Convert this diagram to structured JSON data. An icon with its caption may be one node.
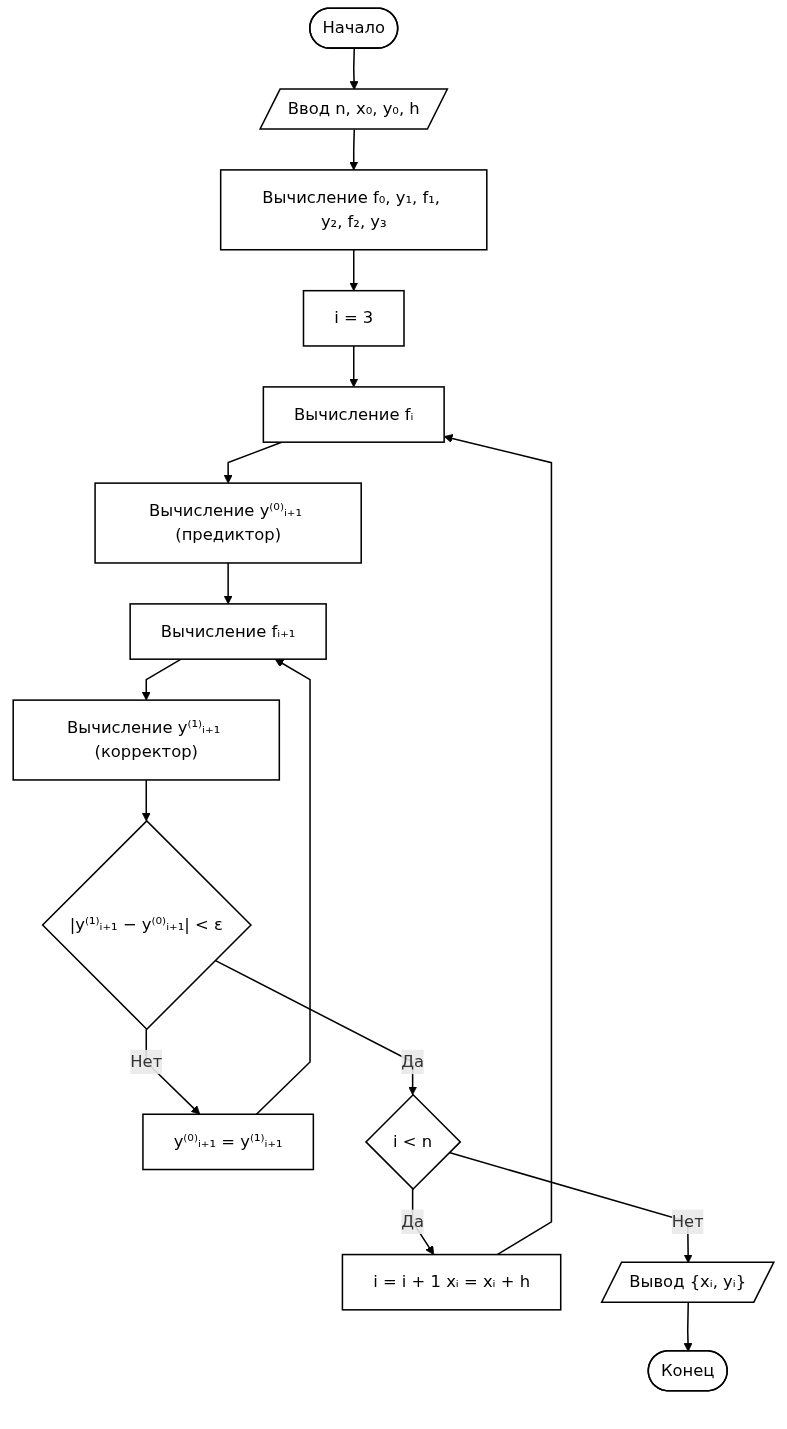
{
  "diagram": {
    "nodes": [
      {
        "text": [
          "Начало"
        ]
      },
      {
        "text": [
          "Ввод n, x₀, y₀, h"
        ]
      },
      {
        "text": [
          "Вычисление f₀, y₁, f₁, y₂, f₂, y₃"
        ]
      },
      {
        "text": [
          "i = 3"
        ]
      },
      {
        "text": [
          "Вычисление fᵢ"
        ]
      },
      {
        "text": [
          "Вычисление y⁽⁰⁾ᵢ₊₁ (предиктор)"
        ]
      },
      {
        "text": [
          "Вычисление fᵢ₊₁"
        ]
      },
      {
        "text": [
          "Вычисление y⁽¹⁾ᵢ₊₁ (корректор)"
        ]
      },
      {
        "text": [
          "|y⁽¹⁾ᵢ₊₁ − y⁽⁰⁾ᵢ₊₁| < ε"
        ]
      },
      {
        "text": [
          "y⁽⁰⁾ᵢ₊₁ = y⁽¹⁾ᵢ₊₁"
        ]
      },
      {
        "text": [
          "i < n"
        ]
      },
      {
        "text": [
          "i = i + 1 xᵢ = xᵢ + h"
        ]
      },
      {
        "text": [
          "Вывод {xᵢ, yᵢ}"
        ]
      },
      {
        "text": [
          "Конец"
        ]
      }
    ],
    "edges": [
      {
        "from": 0,
        "to": 1,
        "arrow": "to"
      },
      {
        "from": 1,
        "to": 2,
        "arrow": "to"
      },
      {
        "from": 2,
        "to": 3,
        "arrow": "to"
      },
      {
        "from": 3,
        "to": 4,
        "arrow": "to"
      },
      {
        "from": 4,
        "to": 5,
        "arrow": "to"
      },
      {
        "from": 5,
        "to": 6,
        "arrow": "to"
      },
      {
        "from": 6,
        "to": 7,
        "arrow": "to"
      },
      {
        "from": 7,
        "to": 8,
        "arrow": "to"
      },
      {
        "from": 8,
        "to": 9,
        "label": "Нет",
        "arrow": "to"
      },
      {
        "from": 9,
        "to": 6,
        "arrow": "to"
      },
      {
        "from": 8,
        "to": 10,
        "label": "Да",
        "arrow": "to"
      },
      {
        "from": 10,
        "to": 11,
        "label": "Да",
        "arrow": "to"
      },
      {
        "from": 11,
        "to": 4,
        "arrow": "to"
      },
      {
        "from": 10,
        "to": 12,
        "label": "Нет",
        "arrow": "to"
      },
      {
        "from": 12,
        "to": 13,
        "arrow": "to"
      }
    ]
  }
}
